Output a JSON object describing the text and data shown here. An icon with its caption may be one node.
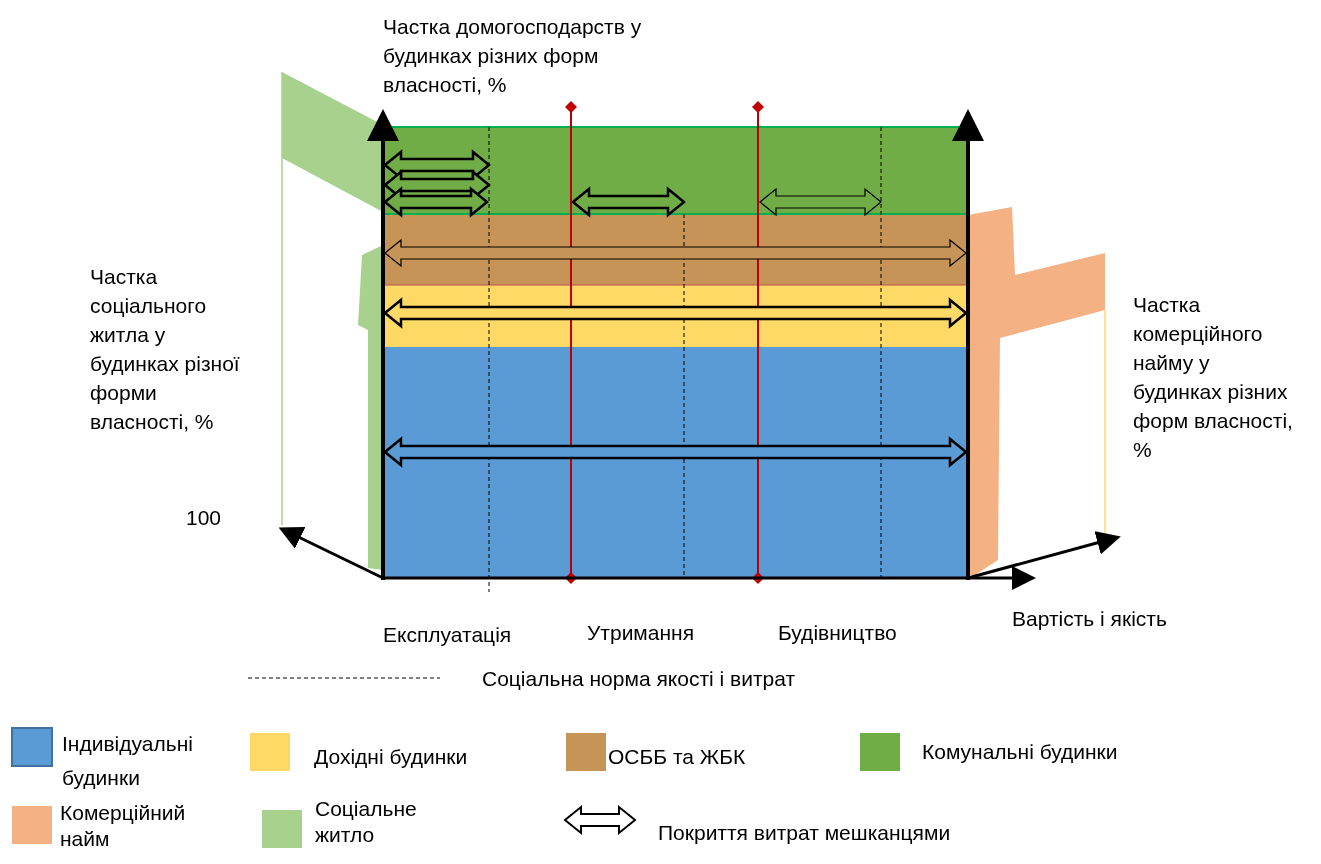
{
  "diagram": {
    "labels": [
      "Частка домогосподарств у будинках різних форм власності, %",
      "Частка соціального житла у будинках різної форми власності, %",
      "Частка комерційного найму у будинках різних форм власності, %",
      "100",
      "Експлуатація",
      "Утримання",
      "Будівництво",
      "Вартість і якість"
    ],
    "legend": [
      {
        "text": "Соціальна норма якості і витрат"
      },
      {
        "text": "Індивідуальні будинки",
        "color": "#5b9bd5"
      },
      {
        "text": "Дохідні будинки",
        "color": "#ffd966"
      },
      {
        "text": "ОСББ та ЖБК",
        "color": "#c59456"
      },
      {
        "text": "Комунальні будинки",
        "color": "#70ad47"
      },
      {
        "text": "Комерційний найм",
        "color": "#f4b183"
      },
      {
        "text": "Соціальне житло",
        "color": "#a9d18e"
      },
      {
        "text": "Покриття витрат мешканцями"
      }
    ]
  }
}
